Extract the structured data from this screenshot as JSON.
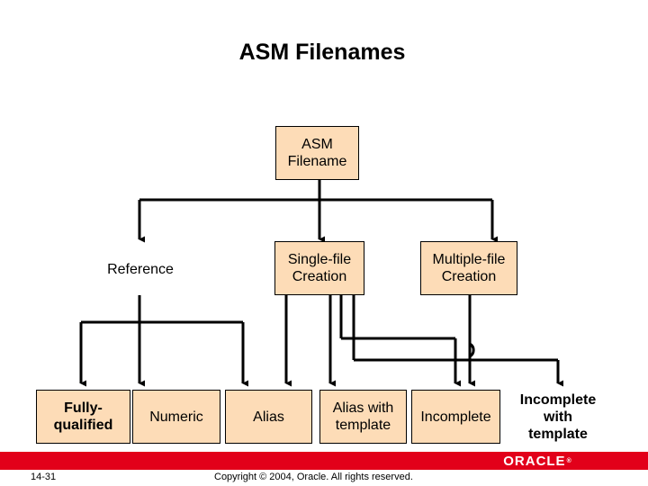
{
  "title": "ASM Filenames",
  "nodes": {
    "root": "ASM\nFilename",
    "reference": "Reference",
    "single_file": "Single-file\nCreation",
    "multiple_file": "Multiple-file\nCreation",
    "fully_qualified": "Fully-\nqualified",
    "numeric": "Numeric",
    "alias": "Alias",
    "alias_template": "Alias with\ntemplate",
    "incomplete": "Incomplete",
    "incomplete_template": "Incomplete\nwith\ntemplate"
  },
  "footer": {
    "slide_number": "14-31",
    "copyright": "Copyright © 2004, Oracle.  All rights reserved.",
    "logo": "ORACLE"
  },
  "colors": {
    "box_fill": "#fddcb7",
    "footer_red": "#e2001a"
  }
}
